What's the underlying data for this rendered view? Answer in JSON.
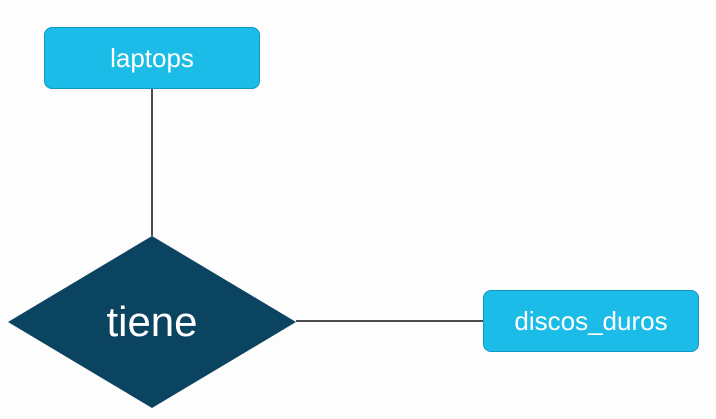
{
  "diagram": {
    "entities": [
      {
        "id": "laptops",
        "label": "laptops"
      },
      {
        "id": "discos_duros",
        "label": "discos_duros"
      }
    ],
    "relationship": {
      "label": "tiene"
    },
    "connections": [
      {
        "from": "laptops",
        "to": "tiene"
      },
      {
        "from": "tiene",
        "to": "discos_duros"
      }
    ],
    "colors": {
      "entity_fill": "#1bbde8",
      "entity_border": "#1296c4",
      "relationship_fill": "#0b4461",
      "connector": "#4a4a4a",
      "text": "#ffffff",
      "background": "#fdfdfd"
    }
  }
}
